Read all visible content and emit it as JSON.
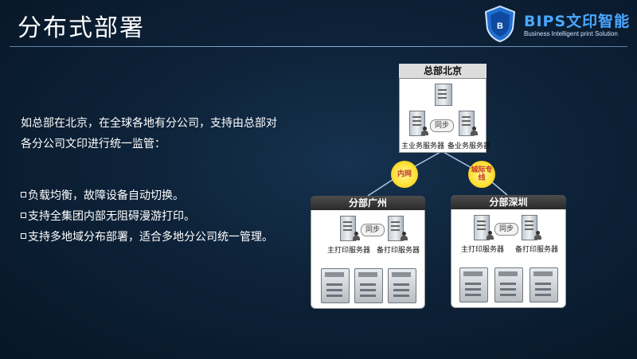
{
  "header": {
    "title": "分布式部署",
    "logo_text": "BIPS文印智能",
    "logo_subtitle": "Business Intelligent print Solution"
  },
  "intro_text": "如总部在北京，在全球各地有分公司，支持由总部对各分公司文印进行统一监管：",
  "bullets": [
    "负载均衡，故障设备自动切换。",
    "支持全集团内部无阻碍漫游打印。",
    "支持多地域分布部署，适合多地分公司统一管理。"
  ],
  "diagram": {
    "hq": {
      "title": "总部北京",
      "sync_label": "同步",
      "primary_label": "主业务服务器",
      "backup_label": "备业务服务器"
    },
    "link_labels": {
      "left": "内网",
      "right": "城际专线"
    },
    "branches": [
      {
        "title": "分部广州",
        "sync_label": "同步",
        "primary_label": "主打印服务器",
        "backup_label": "备打印服务器"
      },
      {
        "title": "分部深圳",
        "sync_label": "同步",
        "primary_label": "主打印服务器",
        "backup_label": "备打印服务器"
      }
    ]
  },
  "colors": {
    "background": "#0d2238",
    "accent": "#4aa8ff",
    "burst": "#ffe23a"
  }
}
